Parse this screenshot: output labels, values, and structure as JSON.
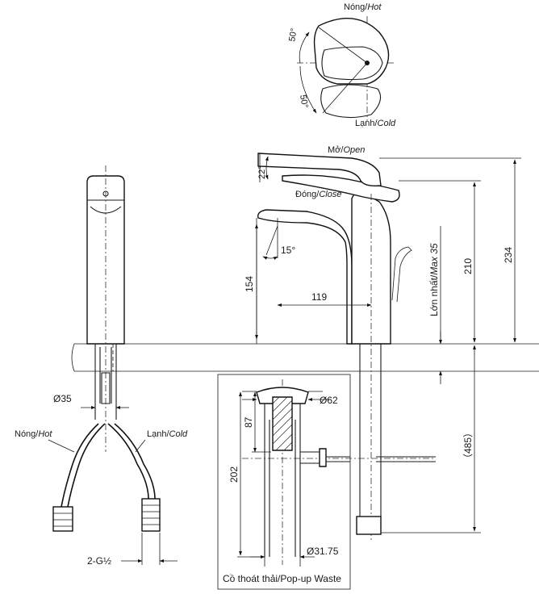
{
  "top_view": {
    "hot_label": "Nóng/",
    "hot_label_italic": "Hot",
    "cold_label": "Lạnh/",
    "cold_label_italic": "Cold",
    "angle_upper": "50°",
    "angle_lower": "50°"
  },
  "side_view": {
    "open_label": "Mở/",
    "open_label_italic": "Open",
    "close_label": "Đóng/",
    "close_label_italic": "Close",
    "lever_angle": "22°",
    "spout_angle": "15°",
    "dim_spout_height": "154",
    "dim_reach": "119",
    "dim_max_label": "Lớn nhất/",
    "dim_max_label_italic": "Max 35",
    "dim_210": "210",
    "dim_234": "234",
    "dim_485": "（485）"
  },
  "hoses": {
    "dim_shank": "Ø35",
    "hot_label": "Nóng/",
    "hot_label_italic": "Hot",
    "cold_label": "Lạnh/",
    "cold_label_italic": "Cold",
    "thread": "2-G½"
  },
  "waste": {
    "dim_top": "Ø62",
    "dim_87": "87",
    "dim_202": "202",
    "dim_bottom": "Ø31.75",
    "caption": "Cồ thoát thải/Pop-up Waste"
  }
}
